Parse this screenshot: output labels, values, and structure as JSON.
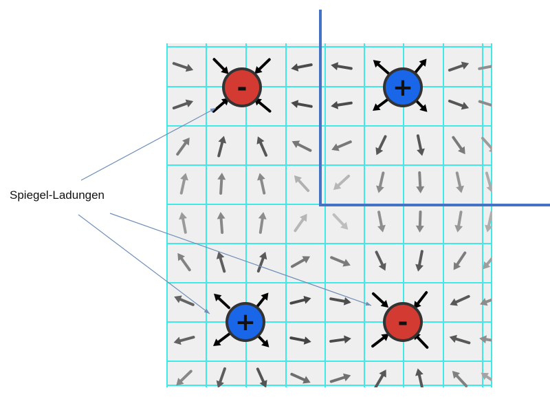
{
  "label": "Spiegel-Ladungen",
  "colors": {
    "grid": "#40e8e8",
    "background": "#efefef",
    "boundary": "#4472c4",
    "positive": "#1a66e8",
    "negative": "#d23a32",
    "pointer": "#6f8fb8"
  },
  "charges": [
    {
      "sign": "-",
      "q": -1,
      "col": 2,
      "row": 1
    },
    {
      "sign": "+",
      "q": 1,
      "col": 6,
      "row": 1
    },
    {
      "sign": "+",
      "q": 1,
      "col": 2,
      "row": 7
    },
    {
      "sign": "-",
      "q": -1,
      "col": 6,
      "row": 7
    }
  ],
  "grid": {
    "cols": 9,
    "rows": 9
  }
}
